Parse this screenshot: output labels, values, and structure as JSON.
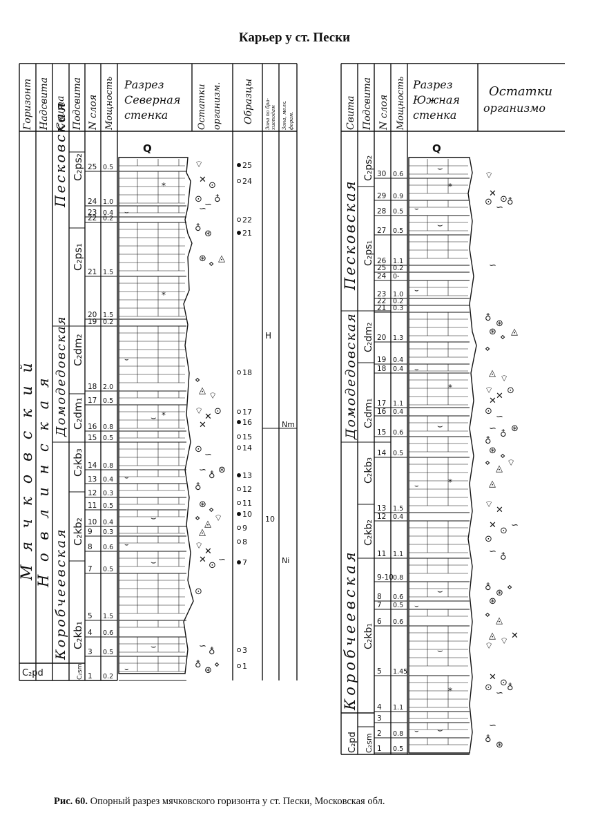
{
  "title": "Карьер у ст. Пески",
  "caption": {
    "label": "Рис. 60.",
    "text": " Опорный разрез мячковского горизонта у ст. Пески, Московская обл."
  },
  "left_section": {
    "headers": [
      "Горизонт",
      "Надсвита",
      "Свита",
      "Подсвита",
      "N слоя",
      "Мощность",
      "Разрез Северная стенка",
      "Остатки организм.",
      "Образцы",
      "Зона по бра-хиоподам / Зона, мелк. форам."
    ],
    "horizon": "М я ч к о в с к и й",
    "nadsvita": "Н о в л и н с к а я",
    "svity": [
      {
        "name": "Песковская",
        "sub": [
          "C₂ps₂",
          "C₂ps₁"
        ]
      },
      {
        "name": "Домодедовская",
        "sub": [
          "C₂dm₂",
          "C₂dm₁"
        ]
      },
      {
        "name": "Коробчеевская",
        "sub": [
          "C₂kb₃",
          "C₂kb₂",
          "C₂kb₁"
        ]
      }
    ],
    "base_labels": [
      "C₂pd",
      "C₂sm"
    ],
    "quaternary": "Q",
    "layers": [
      {
        "n": "25",
        "m": "0.5"
      },
      {
        "n": "24",
        "m": "1.0"
      },
      {
        "n": "23",
        "m": "0.4"
      },
      {
        "n": "22",
        "m": "0.2"
      },
      {
        "n": "21",
        "m": "1.5"
      },
      {
        "n": "20",
        "m": "1.5"
      },
      {
        "n": "19",
        "m": "0.2"
      },
      {
        "n": "18",
        "m": "2.0"
      },
      {
        "n": "17",
        "m": "0.5"
      },
      {
        "n": "16",
        "m": "0.8"
      },
      {
        "n": "15",
        "m": "0.5"
      },
      {
        "n": "14",
        "m": "0.8"
      },
      {
        "n": "13",
        "m": "0.4"
      },
      {
        "n": "12",
        "m": "0.3"
      },
      {
        "n": "11",
        "m": "0.5"
      },
      {
        "n": "10",
        "m": "0.4"
      },
      {
        "n": "9",
        "m": "0.3"
      },
      {
        "n": "8",
        "m": "0.6"
      },
      {
        "n": "7",
        "m": "0.5"
      },
      {
        "n": "5",
        "m": "1.5"
      },
      {
        "n": "4",
        "m": "0.6"
      },
      {
        "n": "3",
        "m": "0.5"
      },
      {
        "n": "1",
        "m": "0.2"
      }
    ],
    "samples": [
      "25",
      "24",
      "22",
      "21",
      "18",
      "17",
      "16",
      "15",
      "14",
      "13",
      "12",
      "11",
      "10",
      "9",
      "8",
      "7",
      "3",
      "1"
    ],
    "zones": [
      "H",
      "Nm",
      "10",
      "Ni"
    ]
  },
  "right_section": {
    "headers": [
      "Свита",
      "Подсвита",
      "N слоя",
      "Мощность",
      "Разрез Южная стенка",
      "Остатки организмов"
    ],
    "svity": [
      {
        "name": "Песковская",
        "sub": [
          "C₂ps₂",
          "C₂ps₁"
        ]
      },
      {
        "name": "Домодедовская",
        "sub": [
          "C₂dm₂",
          "C₂dm₁"
        ]
      },
      {
        "name": "Коробчеевская",
        "sub": [
          "C₂kb₃",
          "C₂kb₂",
          "C₂kb₁"
        ]
      }
    ],
    "base_labels": [
      "C₂pd",
      "C₂sm"
    ],
    "quaternary": "Q",
    "layers": [
      {
        "n": "30",
        "m": "0.6"
      },
      {
        "n": "29",
        "m": "0.9"
      },
      {
        "n": "28",
        "m": "0.5"
      },
      {
        "n": "27",
        "m": "0.5"
      },
      {
        "n": "26",
        "m": "1.1"
      },
      {
        "n": "25",
        "m": "0.2"
      },
      {
        "n": "24",
        "m": "0-"
      },
      {
        "n": "23",
        "m": "1.0"
      },
      {
        "n": "22",
        "m": "0.2"
      },
      {
        "n": "21",
        "m": "0.3"
      },
      {
        "n": "20",
        "m": "1.3"
      },
      {
        "n": "19",
        "m": "0.4"
      },
      {
        "n": "18",
        "m": "0.4"
      },
      {
        "n": "17",
        "m": "1.1"
      },
      {
        "n": "16",
        "m": "0.4"
      },
      {
        "n": "15",
        "m": "0.6"
      },
      {
        "n": "14",
        "m": "0.5"
      },
      {
        "n": "13",
        "m": "1.5"
      },
      {
        "n": "12",
        "m": "0.4"
      },
      {
        "n": "11",
        "m": "1.1"
      },
      {
        "n": "9-10",
        "m": "0.8"
      },
      {
        "n": "8",
        "m": "0.6"
      },
      {
        "n": "7",
        "m": "0.5"
      },
      {
        "n": "6",
        "m": "0.6"
      },
      {
        "n": "5",
        "m": "1.45"
      },
      {
        "n": "4",
        "m": "1.1"
      },
      {
        "n": "3",
        "m": ""
      },
      {
        "n": "2",
        "m": "0.8"
      },
      {
        "n": "1",
        "m": "0.5"
      }
    ]
  }
}
